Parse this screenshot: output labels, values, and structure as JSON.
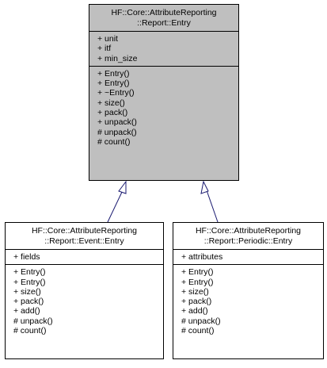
{
  "base_class": {
    "title": [
      "HF::Core::AttributeReporting",
      "::Report::Entry"
    ],
    "attributes": [
      "+ unit",
      "+ itf",
      "+ min_size"
    ],
    "methods": [
      "+ Entry()",
      "+ Entry()",
      "+ ~Entry()",
      "+ size()",
      "+ pack()",
      "+ unpack()",
      "# unpack()",
      "# count()"
    ]
  },
  "derived_classes": [
    {
      "title": [
        "HF::Core::AttributeReporting",
        "::Report::Event::Entry"
      ],
      "attributes": [
        "+ fields"
      ],
      "methods": [
        "+ Entry()",
        "+ Entry()",
        "+ size()",
        "+ pack()",
        "+ add()",
        "# unpack()",
        "# count()"
      ]
    },
    {
      "title": [
        "HF::Core::AttributeReporting",
        "::Report::Periodic::Entry"
      ],
      "attributes": [
        "+ attributes"
      ],
      "methods": [
        "+ Entry()",
        "+ Entry()",
        "+ size()",
        "+ pack()",
        "+ add()",
        "# unpack()",
        "# count()"
      ]
    }
  ],
  "colors": {
    "base_fill": "#bfbfbf",
    "derived_fill": "#ffffff",
    "edge": "#191970"
  }
}
